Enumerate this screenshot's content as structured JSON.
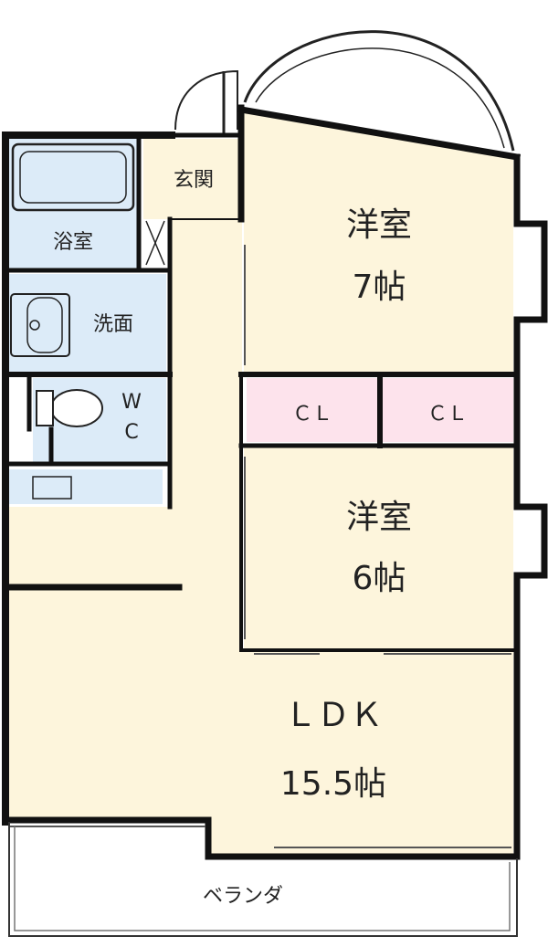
{
  "rooms": {
    "entrance": "玄関",
    "bath": "浴室",
    "washroom": "洗面",
    "wc_line1": "W",
    "wc_line2": "C",
    "western_room_1_name": "洋室",
    "western_room_1_size": "7帖",
    "western_room_2_name": "洋室",
    "western_room_2_size": "6帖",
    "closet_left": "ＣＬ",
    "closet_right": "ＣＬ",
    "ldk_name": "ＬＤＫ",
    "ldk_size": "15.5帖",
    "balcony": "ベランダ"
  },
  "colors": {
    "living_fill": "#fdf5dc",
    "wet_fill": "#dcebf8",
    "closet_fill": "#fde3ec",
    "wall": "#111111"
  }
}
